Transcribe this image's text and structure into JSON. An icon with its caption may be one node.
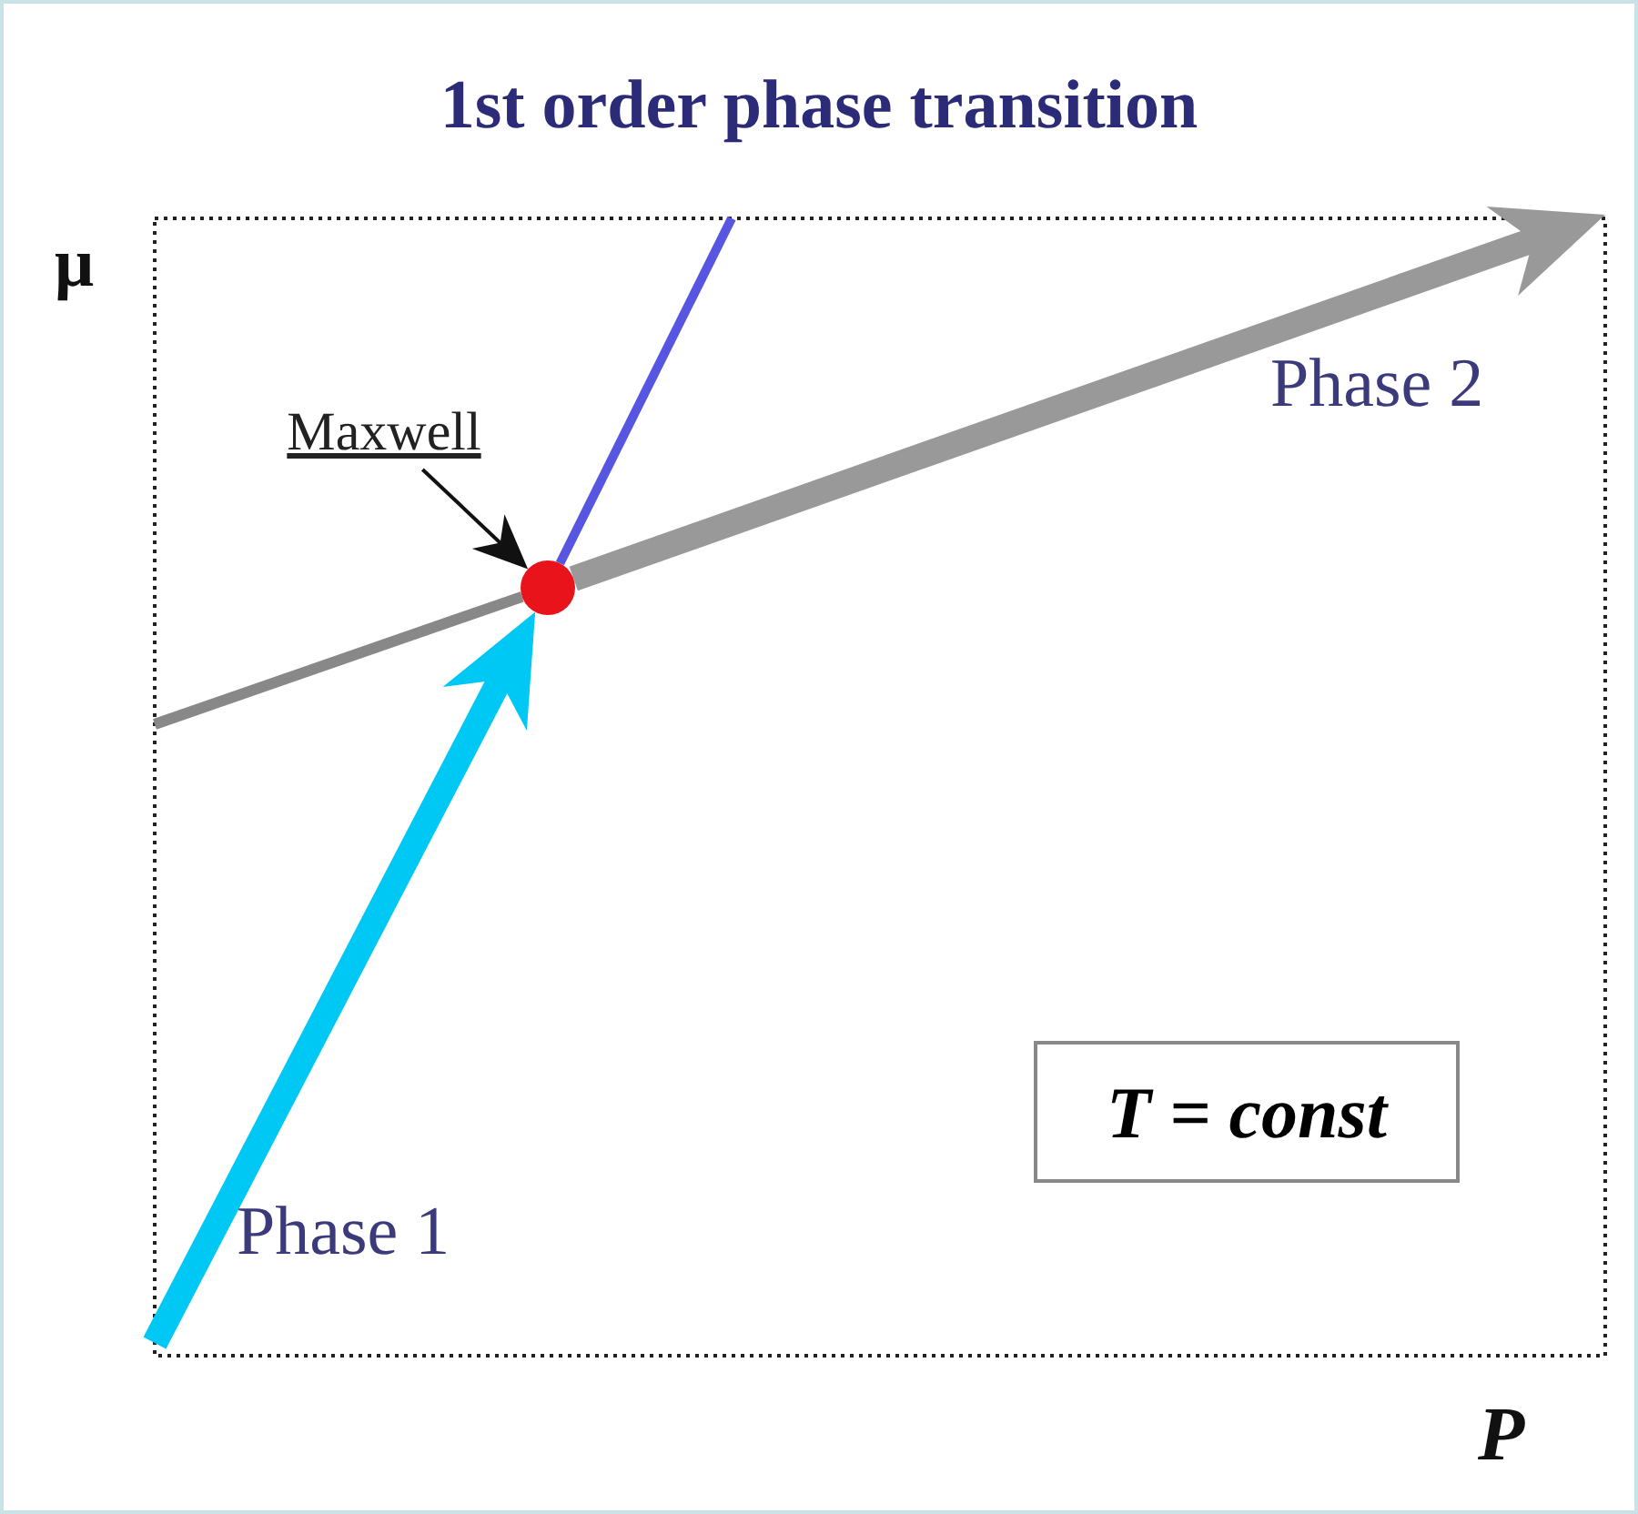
{
  "diagram": {
    "title": "1st order phase transition",
    "nodes": [
      {
        "text": [
          "Maxwell"
        ]
      },
      {
        "text": [],
        "shape": "circle"
      },
      {
        "text": [
          "T = const"
        ]
      }
    ],
    "edges": [
      {
        "from": 0,
        "to": 1,
        "arrow": "to"
      },
      {
        "from": null,
        "to": 1,
        "arrow": "to",
        "style": "thick",
        "color": "#00c8f5"
      },
      {
        "from": null,
        "to": 1,
        "arrow": "none",
        "color": "#888888"
      },
      {
        "from": 1,
        "to": null,
        "arrow": "none",
        "color": "#5656e0"
      },
      {
        "from": 1,
        "to": null,
        "arrow": "to",
        "style": "thick",
        "color": "#999999"
      }
    ],
    "labels": [
      "μ",
      "Phase 2",
      "Phase 1",
      "P"
    ]
  }
}
